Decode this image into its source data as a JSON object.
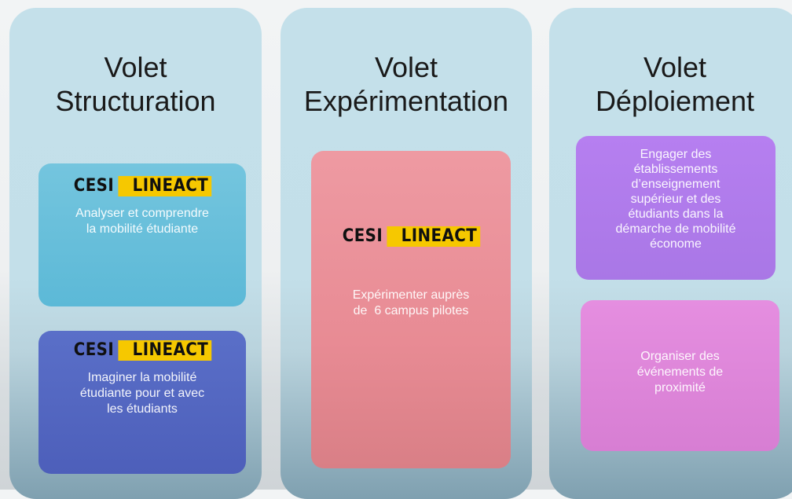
{
  "columns": [
    {
      "title_line1": "Volet",
      "title_line2": "Structuration",
      "cards": [
        {
          "logo_left": "CESI",
          "logo_right": "LINEACT",
          "text_lines": [
            "Analyser et comprendre",
            "la mobilité étudiante"
          ],
          "color": "#5cb9d7"
        },
        {
          "logo_left": "CESI",
          "logo_right": "LINEACT",
          "text_lines": [
            "Imaginer la mobilité",
            "étudiante pour et avec",
            "les étudiants"
          ],
          "color": "#4d5fba"
        }
      ]
    },
    {
      "title_line1": "Volet",
      "title_line2": "Expérimentation",
      "cards": [
        {
          "logo_left": "CESI",
          "logo_right": "LINEACT",
          "text_lines": [
            "Expérimenter auprès",
            "de  6 campus pilotes"
          ],
          "color": "#e88b94"
        }
      ]
    },
    {
      "title_line1": "Volet",
      "title_line2": "Déploiement",
      "cards": [
        {
          "text_lines": [
            "Engager des",
            "établissements",
            "d’enseignement",
            "supérieur et des",
            "étudiants dans la",
            "démarche de mobilité",
            "économe"
          ],
          "color": "#a977e6"
        },
        {
          "text_lines": [
            "Organiser des",
            "événements de",
            "proximité"
          ],
          "color": "#d77ed3"
        }
      ]
    }
  ],
  "logo_yellow": "#f6c800",
  "column_bg": "#c4e0ea"
}
